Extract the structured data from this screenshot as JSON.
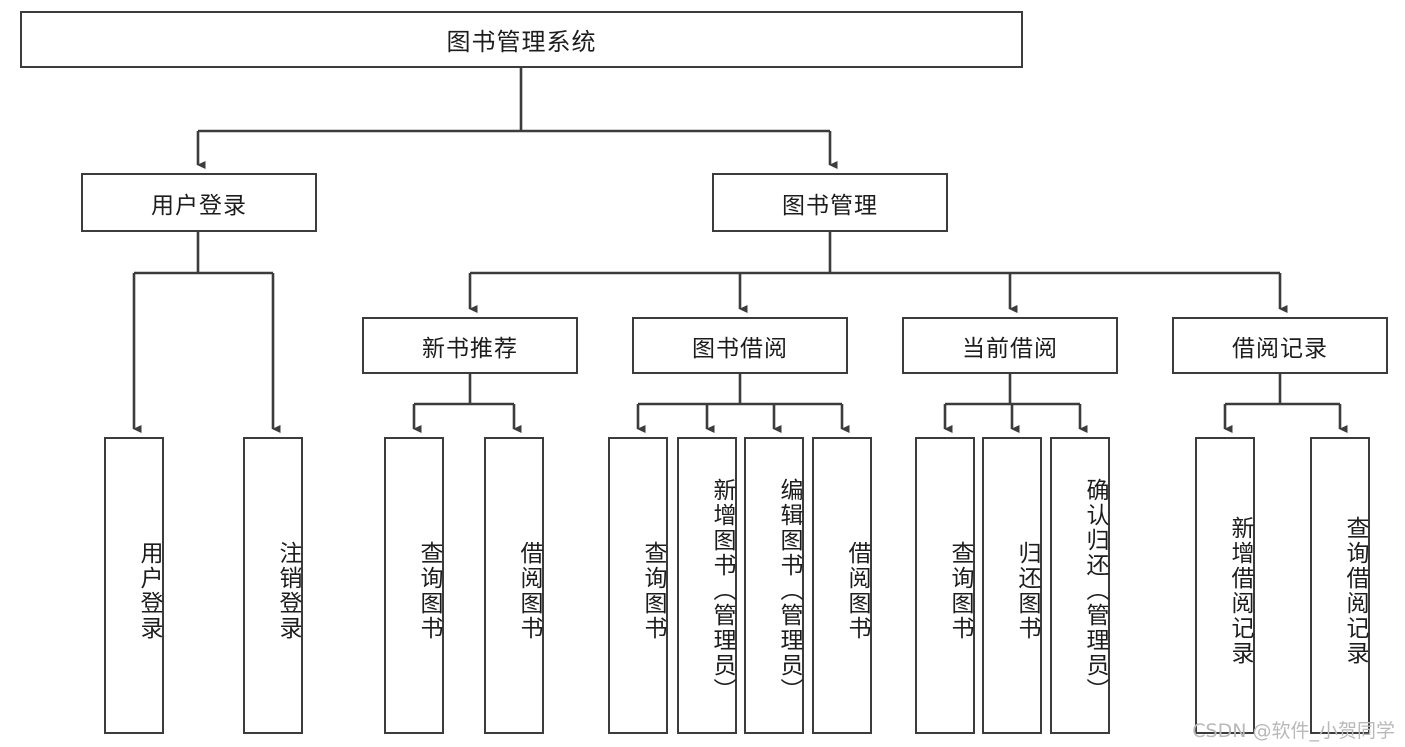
{
  "diagram": {
    "title": "图书管理系统",
    "type": "tree",
    "watermark": "CSDN @软件_小贺同学",
    "colors": {
      "stroke": "#3c3c3c",
      "fill": "#ffffff",
      "text": "#1d1d1d",
      "watermark": "#b9b9b9"
    },
    "levels": {
      "root": {
        "label": "图书管理系统"
      },
      "level2": [
        {
          "label": "用户登录"
        },
        {
          "label": "图书管理"
        }
      ],
      "level3": [
        {
          "label": "新书推荐"
        },
        {
          "label": "图书借阅"
        },
        {
          "label": "当前借阅"
        },
        {
          "label": "借阅记录"
        }
      ],
      "level4": [
        {
          "label": "用户登录",
          "parent": "用户登录"
        },
        {
          "label": "注销登录",
          "parent": "用户登录"
        },
        {
          "label": "查询图书",
          "parent": "新书推荐"
        },
        {
          "label": "借阅图书",
          "parent": "新书推荐"
        },
        {
          "label": "查询图书",
          "parent": "图书借阅"
        },
        {
          "label": "新增图书（管理员）",
          "parent": "图书借阅"
        },
        {
          "label": "编辑图书（管理员）",
          "parent": "图书借阅"
        },
        {
          "label": "借阅图书",
          "parent": "图书借阅"
        },
        {
          "label": "查询图书",
          "parent": "当前借阅"
        },
        {
          "label": "归还图书",
          "parent": "当前借阅"
        },
        {
          "label": "确认归还（管理员）",
          "parent": "当前借阅"
        },
        {
          "label": "新增借阅记录",
          "parent": "借阅记录"
        },
        {
          "label": "查询借阅记录",
          "parent": "借阅记录"
        }
      ]
    }
  }
}
